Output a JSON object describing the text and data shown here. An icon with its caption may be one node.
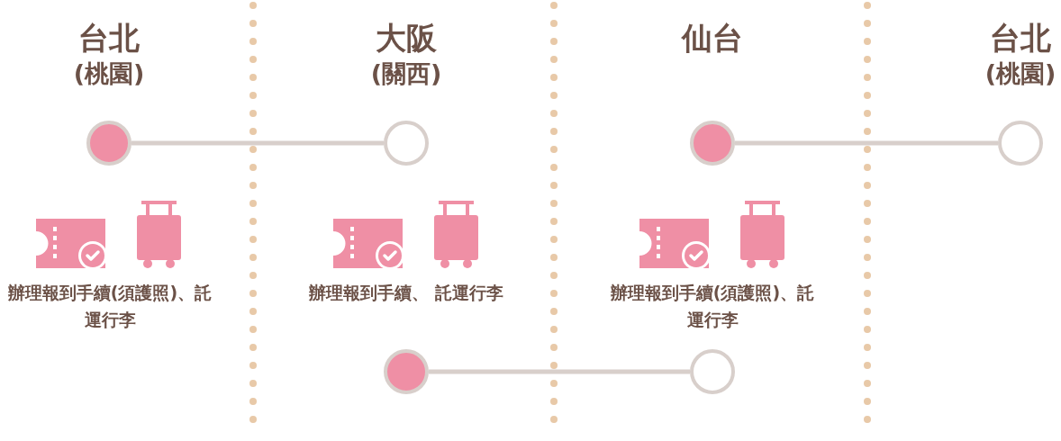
{
  "diagram": {
    "nodes": [
      {
        "text": [],
        "shape": "circle"
      },
      {
        "text": [],
        "shape": "circle"
      },
      {
        "text": [],
        "shape": "circle"
      },
      {
        "text": [],
        "shape": "circle"
      },
      {
        "text": [],
        "shape": "circle"
      },
      {
        "text": [],
        "shape": "circle"
      }
    ],
    "edges": [
      {
        "from": 0,
        "to": 1,
        "arrow": "none"
      },
      {
        "from": 2,
        "to": 3,
        "arrow": "none"
      },
      {
        "from": 4,
        "to": 5,
        "arrow": "none"
      }
    ],
    "labels": [
      "台北",
      "(桃園)",
      "大阪",
      "(關西)",
      "仙台",
      "台北",
      "(桃園)",
      "辦理報到手續(須護照)、託運行李",
      "辦理報到手續、 託運行李",
      "辦理報到手續(須護照)、託運行李"
    ]
  }
}
